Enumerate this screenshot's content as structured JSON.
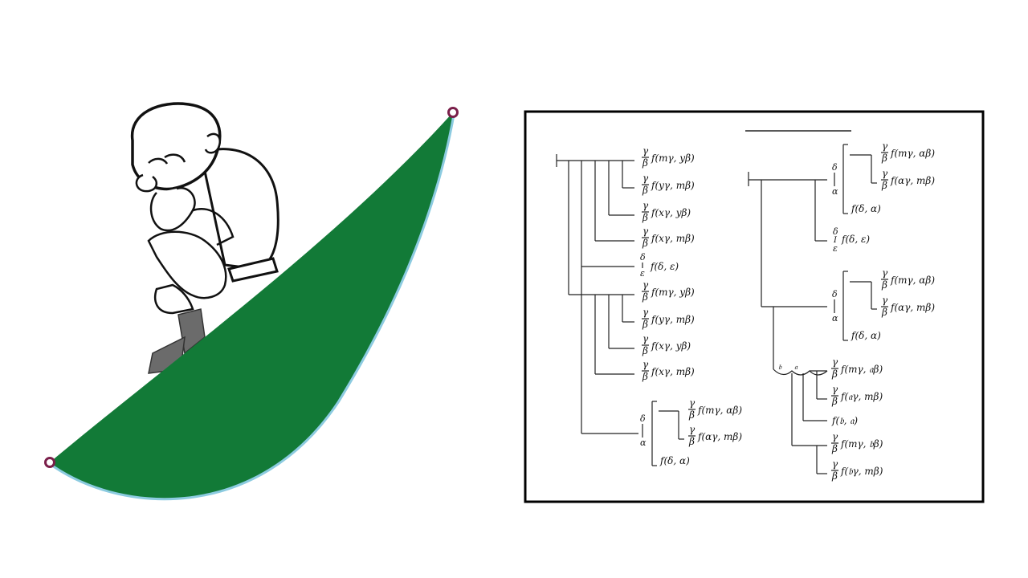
{
  "colors": {
    "curve_fill": "#127a37",
    "curve_edge": "#8ccbe0",
    "endpoint": "#7a1f4a",
    "gray_leg": "#6b6b6b",
    "frame": "#000000"
  },
  "left_tree": {
    "formulas": [
      "f(mγ, yβ)",
      "f(yγ, mβ)",
      "f(xγ, yβ)",
      "f(xγ, mβ)",
      "f(δ, ε)",
      "f(mγ, yβ)",
      "f(yγ, mβ)",
      "f(xγ, yβ)",
      "f(xγ, mβ)",
      "f(mγ, αβ)",
      "f(αγ, mβ)",
      "f(δ, α)"
    ]
  },
  "right_tree": {
    "formulas": [
      "f(mγ, αβ)",
      "f(αγ, mβ)",
      "f(δ, α)",
      "f(δ, ε)",
      "f(mγ, αβ)",
      "f(αγ, mβ)",
      "f(δ, α)",
      "f(mγ, 𝔞β)",
      "f(𝔞γ, mβ)",
      "f(𝔟, 𝔞)",
      "f(mγ, 𝔟β)",
      "f(𝔟γ, mβ)"
    ],
    "small_letters": [
      "𝔟",
      "𝔞"
    ]
  },
  "symbols": {
    "gamma": "γ",
    "beta": "β",
    "delta": "δ",
    "alpha": "α",
    "epsilon": "ε",
    "bar_i": "I"
  }
}
